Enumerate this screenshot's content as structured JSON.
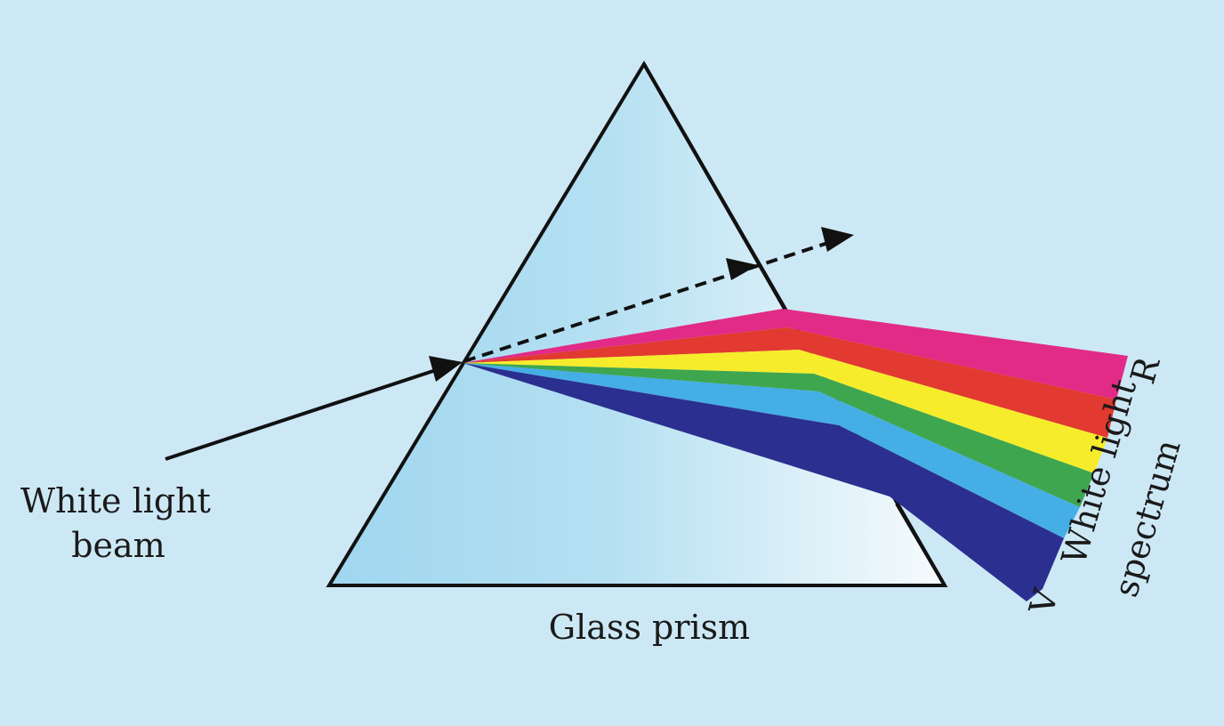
{
  "labels": {
    "incident": [
      "White light",
      "beam"
    ],
    "prism": "Glass prism",
    "spectrum": [
      "White light",
      "spectrum"
    ],
    "red_end": "R",
    "violet_end": "V"
  },
  "colors": {
    "background": "#cde8f5",
    "prism_light": "#f6fbfd",
    "prism_dark": "#9fd6ef",
    "outline": "#111111",
    "spectrum_bands": [
      "#e12b86",
      "#e23a30",
      "#f7ec2b",
      "#3fa650",
      "#45aee5",
      "#2b2f8f"
    ]
  },
  "spectrum_bands": [
    "magenta",
    "red",
    "yellow",
    "green",
    "blue",
    "violet"
  ]
}
